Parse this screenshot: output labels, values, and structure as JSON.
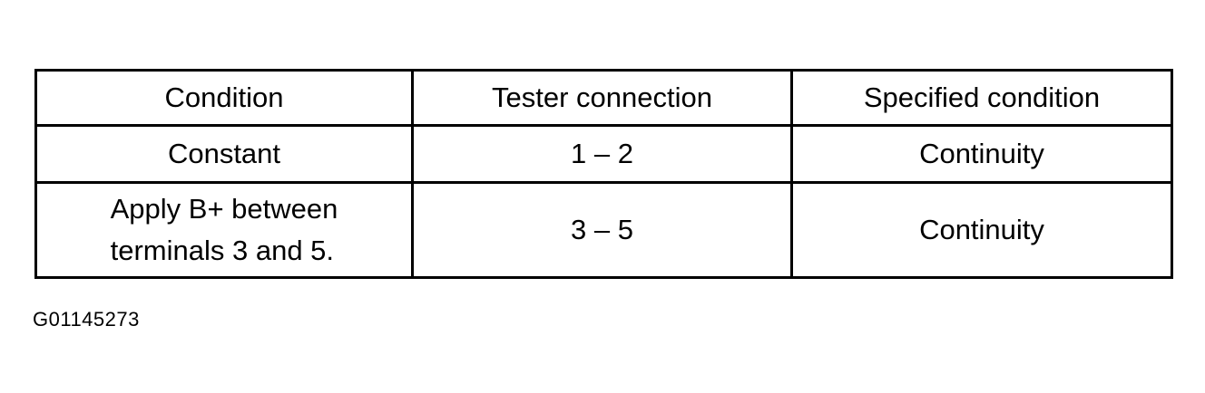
{
  "table": {
    "headers": [
      "Condition",
      "Tester connection",
      "Specified condition"
    ],
    "rows": [
      {
        "condition": [
          "Constant"
        ],
        "tester_connection": "1 – 2",
        "specified_condition": "Continuity"
      },
      {
        "condition": [
          "Apply B+ between",
          "terminals 3 and 5."
        ],
        "tester_connection": "3 – 5",
        "specified_condition": "Continuity"
      }
    ]
  },
  "figure_id": "G01145273"
}
